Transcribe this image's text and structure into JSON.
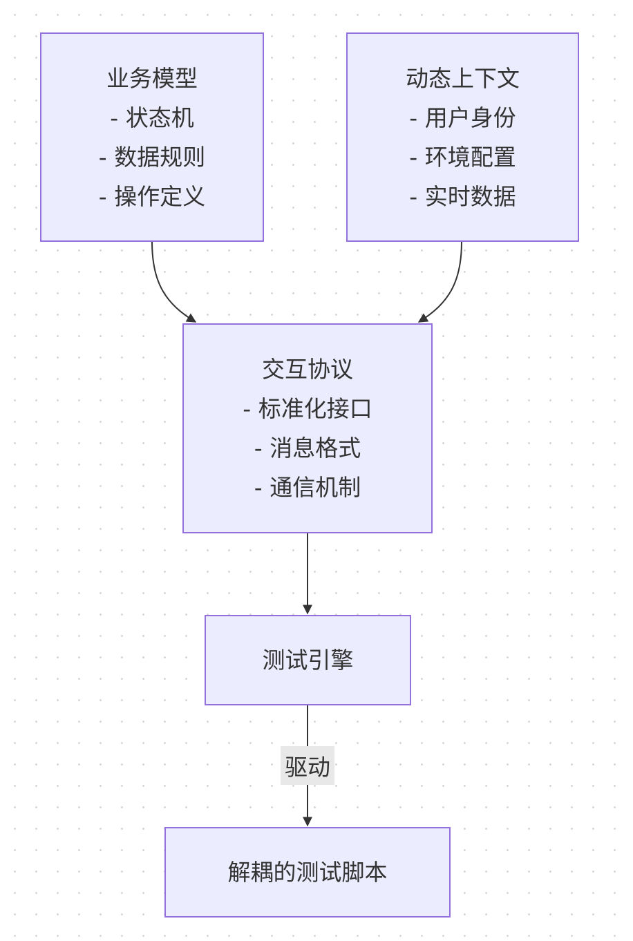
{
  "colors": {
    "node_fill": "#ECECFF",
    "node_border": "#9370DB",
    "edge": "#333333",
    "label_bg": "#e8e8e8"
  },
  "nodes": {
    "business_model": {
      "title": "业务模型",
      "items": [
        "- 状态机",
        "- 数据规则",
        "- 操作定义"
      ]
    },
    "dynamic_context": {
      "title": "动态上下文",
      "items": [
        "- 用户身份",
        "- 环境配置",
        "- 实时数据"
      ]
    },
    "interaction_protocol": {
      "title": "交互协议",
      "items": [
        "- 标准化接口",
        "- 消息格式",
        "- 通信机制"
      ]
    },
    "test_engine": {
      "title": "测试引擎"
    },
    "decoupled_scripts": {
      "title": "解耦的测试脚本"
    }
  },
  "edges": [
    {
      "from": "业务模型",
      "to": "交互协议",
      "label": ""
    },
    {
      "from": "动态上下文",
      "to": "交互协议",
      "label": ""
    },
    {
      "from": "交互协议",
      "to": "测试引擎",
      "label": ""
    },
    {
      "from": "测试引擎",
      "to": "解耦的测试脚本",
      "label": "驱动"
    }
  ]
}
